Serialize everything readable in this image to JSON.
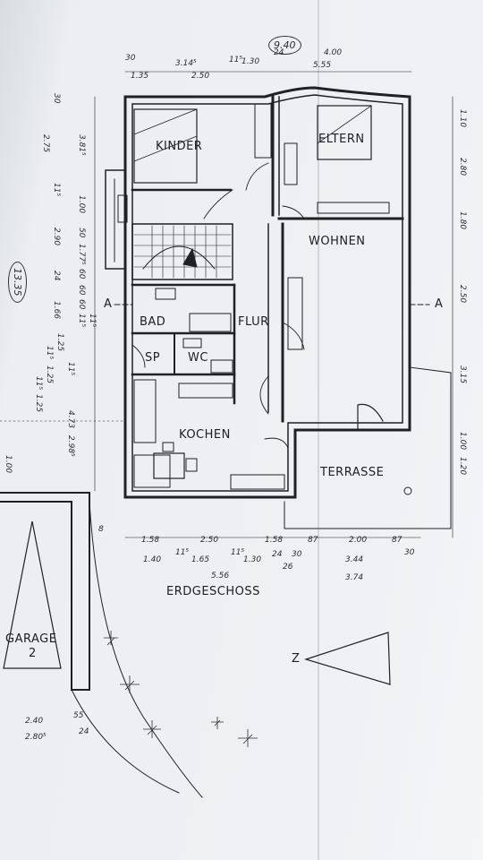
{
  "rooms": {
    "kinder": "KINDER",
    "eltern": "ELTERN",
    "wohnen": "WOHNEN",
    "bad": "BAD",
    "flur": "FLUR",
    "sp": "SP",
    "wc": "WC",
    "kochen": "KOCHEN",
    "terrasse": "TERRASSE",
    "garage": "GARAGE",
    "garage_no": "2"
  },
  "floor_label": "ERDGESCHOSS",
  "markers": {
    "section_left": "A",
    "section_right": "A",
    "north": "Z"
  },
  "circled": {
    "top": "9.40",
    "left": "13.35"
  },
  "dims_top": [
    "30",
    "3.14⁵",
    "11⁵",
    "1.30",
    "24",
    "4.00",
    "1.35",
    "2.50",
    "5.55"
  ],
  "dims_bottom": [
    "1.58",
    "2.50",
    "1.58",
    "87",
    "2.00",
    "87",
    "1.40",
    "11⁵",
    "1.65",
    "11⁵",
    "1.30",
    "24",
    "30",
    "3.44",
    "26",
    "30",
    "5.56",
    "3.74"
  ],
  "dims_left_outer": [
    "30",
    "2.75",
    "11⁵",
    "2.90",
    "24",
    "1.66",
    "11⁵",
    "4.73",
    "2.98⁵",
    "1.00"
  ],
  "dims_left_inner": [
    "3.81⁵",
    "1.00",
    "50",
    "1.77⁵",
    "60",
    "60",
    "60",
    "11⁵",
    "11⁵",
    "1.25",
    "11⁵",
    "1.25",
    "11⁵",
    "1.25"
  ],
  "dims_right": [
    "1.10",
    "2.80",
    "1.80",
    "2.50",
    "3.15",
    "1.00",
    "1.20"
  ],
  "dims_garage": [
    "2.40",
    "2.80⁵",
    "55",
    "24",
    "8"
  ]
}
